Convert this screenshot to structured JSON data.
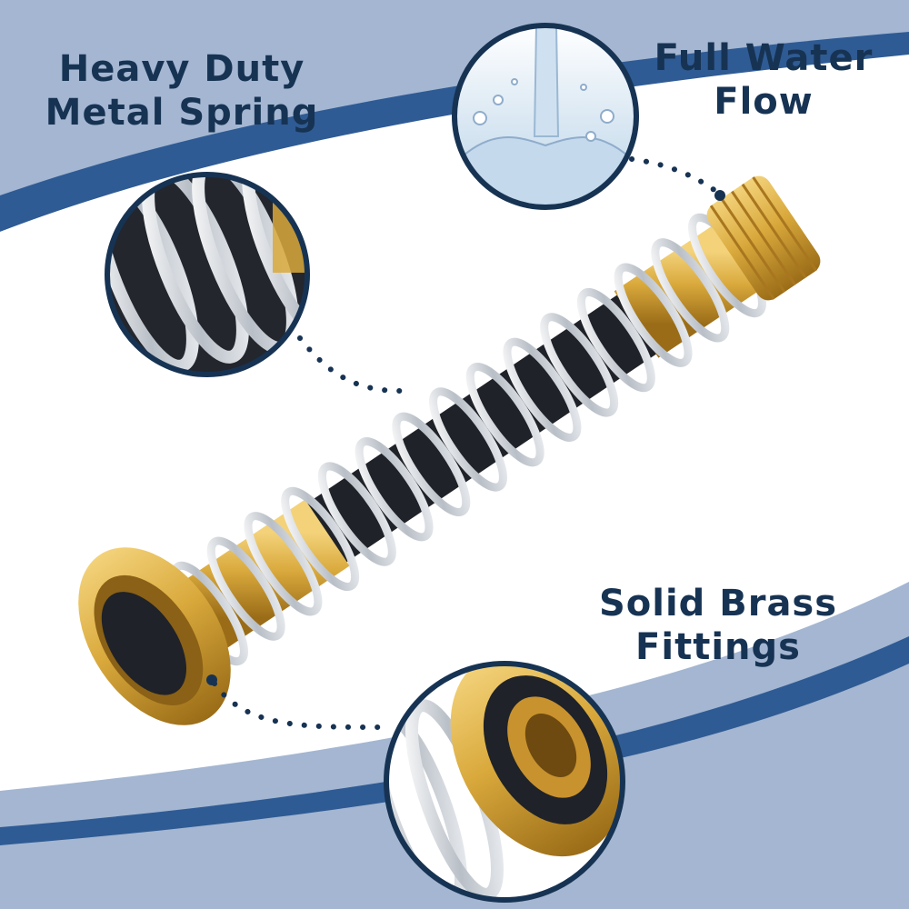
{
  "callouts": {
    "spring": {
      "line1": "Heavy Duty",
      "line2": "Metal Spring"
    },
    "water": {
      "line1": "Full Water",
      "line2": "Flow"
    },
    "brass": {
      "line1": "Solid Brass",
      "line2": "Fittings"
    }
  },
  "colors": {
    "navy_text": "#173353",
    "band_blue": "#9fb2cf",
    "band_dark": "#2e5a93",
    "brass": "#d9a93c",
    "chrome": "#d7dbe0",
    "hose_black": "#1f2228"
  },
  "icons": [
    "spring-zoom-icon",
    "water-splash-icon",
    "brass-fitting-zoom-icon",
    "hose-spring-protector-image"
  ]
}
